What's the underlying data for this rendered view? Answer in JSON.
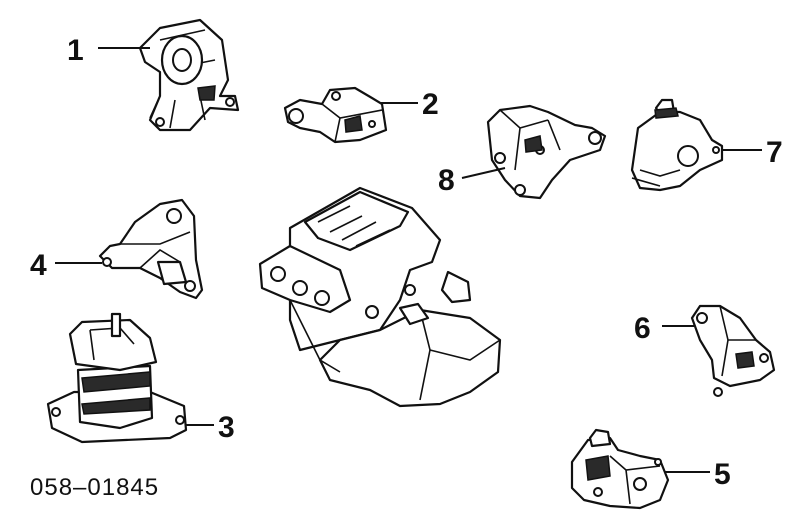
{
  "diagram": {
    "code": "058–01845",
    "callouts": [
      {
        "num": "1",
        "part": "mount-1"
      },
      {
        "num": "2",
        "part": "bracket-2"
      },
      {
        "num": "3",
        "part": "mount-3"
      },
      {
        "num": "4",
        "part": "bracket-4"
      },
      {
        "num": "5",
        "part": "mount-5"
      },
      {
        "num": "6",
        "part": "bracket-6"
      },
      {
        "num": "7",
        "part": "mount-7"
      },
      {
        "num": "8",
        "part": "bracket-8"
      }
    ]
  }
}
